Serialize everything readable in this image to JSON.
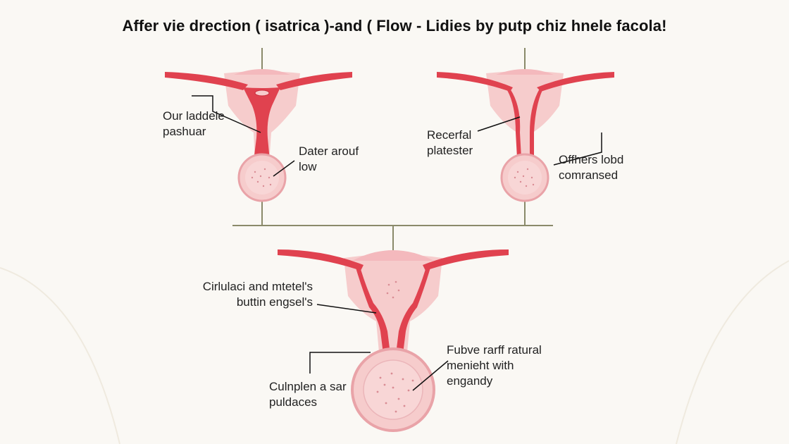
{
  "title": "Affer vie drection ( isatrica )-and ( Flow - Lidies by putp chiz hnele facola!",
  "colors": {
    "background": "#faf8f4",
    "tissue_light": "#f6cccc",
    "tissue_mid": "#f0a8ab",
    "vessel_red": "#e0424f",
    "vessel_dark": "#c92c3a",
    "connector_line": "#8a8a6a",
    "leader_line": "#111111"
  },
  "diagrams": [
    {
      "id": "top-left",
      "labels": [
        {
          "lines": [
            "Our laddele",
            "pashuar"
          ]
        },
        {
          "lines": [
            "Dater arouf",
            "low"
          ]
        }
      ]
    },
    {
      "id": "top-right",
      "labels": [
        {
          "lines": [
            "Recerfal",
            "platester"
          ]
        },
        {
          "lines": [
            "Offhers lobd",
            "comransed"
          ]
        }
      ]
    },
    {
      "id": "bottom",
      "labels": [
        {
          "lines": [
            "Cirlulaci and mtetel's",
            "buttin engsel's"
          ]
        },
        {
          "lines": [
            "Fubve rarff ratural",
            "menieht with",
            "engandy"
          ]
        },
        {
          "lines": [
            "Culnplen a sar",
            "puldaces"
          ]
        }
      ]
    }
  ]
}
